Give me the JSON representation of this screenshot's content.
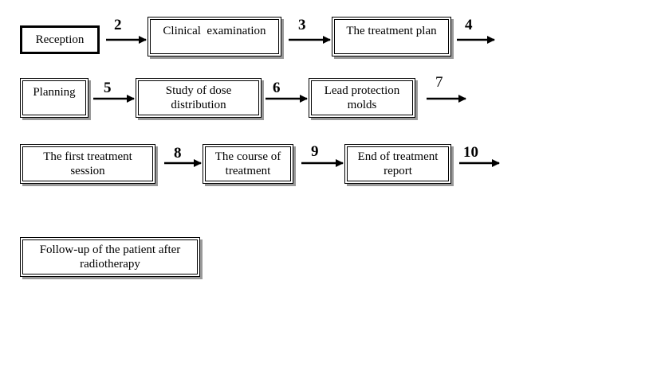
{
  "steps": {
    "s1": "Reception",
    "s2": "Clinical  examination",
    "s3": "The treatment plan",
    "s4": "Planning",
    "s5": "Study of dose distribution",
    "s6": "Lead protection molds",
    "s7": "The first treatment session",
    "s8": "The course of treatment",
    "s9": "End of treatment report",
    "s10": "Follow-up of the patient after radiotherapy"
  },
  "arrow_labels": {
    "a2": "2",
    "a3": "3",
    "a4": "4",
    "a5": "5",
    "a6": "6",
    "a7": "7",
    "a8": "8",
    "a9": "9",
    "a10": "10"
  }
}
